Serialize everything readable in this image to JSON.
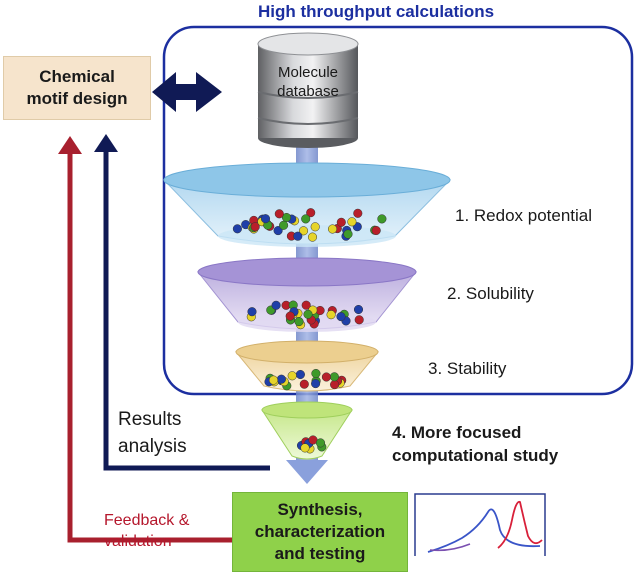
{
  "title": "High throughput calculations",
  "motif_box": {
    "line1": "Chemical",
    "line2": "motif design"
  },
  "database": {
    "line1": "Molecule",
    "line2": "database"
  },
  "steps": [
    {
      "line1": "1. Redox potential"
    },
    {
      "line1": "2. Solubility"
    },
    {
      "line1": "3. Stability"
    },
    {
      "line1": "4. More focused",
      "line2": "computational study"
    }
  ],
  "results": {
    "line1": "Results",
    "line2": "analysis"
  },
  "feedback": {
    "line1": "Feedback &",
    "line2": "validation"
  },
  "synthesis_box": {
    "line1": "Synthesis,",
    "line2": "characterization",
    "line3": "and testing"
  },
  "colors": {
    "frame_blue": "#1c2fa0",
    "navy_arrow": "#101a55",
    "red_arrow": "#a8202e",
    "motif_box_fill": "#f6e4cc",
    "synthesis_box_fill": "#8fd14a",
    "funnel1": "#bcdff2",
    "funnel2": "#cfc3e8",
    "funnel3": "#f3dfb4",
    "funnel4": "#d4ef9c",
    "molecule_colors": [
      "#1f3fa8",
      "#b81f2a",
      "#e6d42a",
      "#3f9a2a"
    ]
  }
}
